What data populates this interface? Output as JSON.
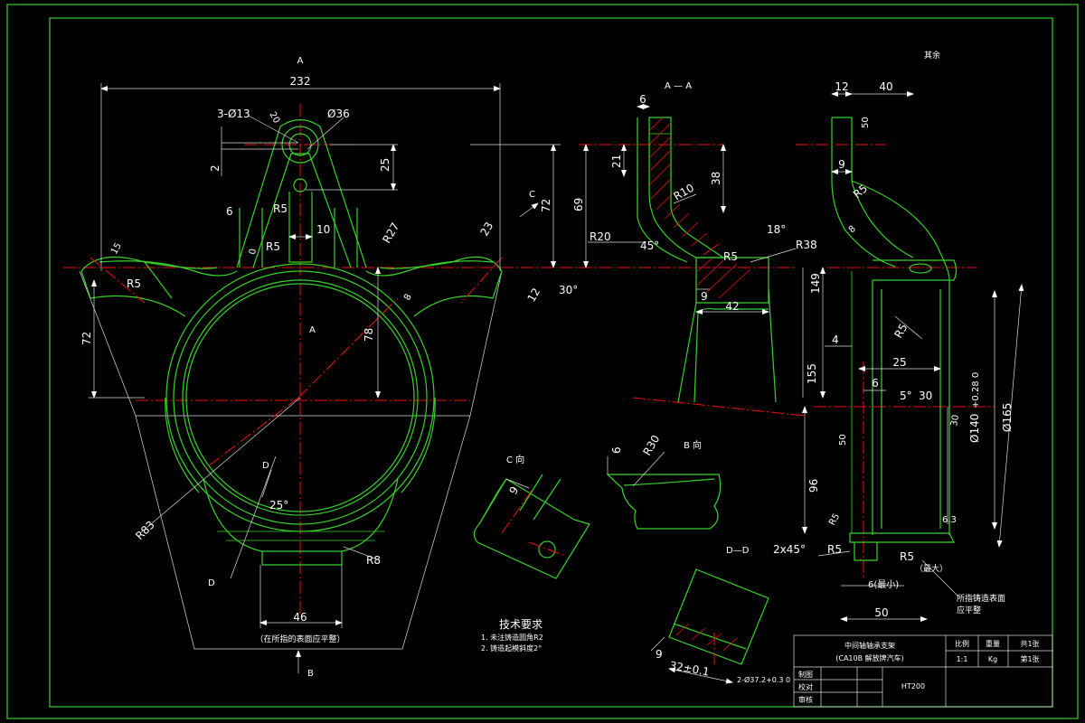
{
  "drawing": {
    "front_view": {
      "view_mark_top": "A",
      "center_mark": "A",
      "dims": {
        "d232": "232",
        "d3x13": "3-Ø13",
        "d36": "Ø36",
        "d20": "20",
        "d2": "2",
        "d25": "25",
        "d72r": "72",
        "d6": "6",
        "dR5a": "R5",
        "d10": "10",
        "dR5b": "R5",
        "dR27": "R27",
        "d23": "23",
        "d15": "15",
        "dR5c": "R5",
        "d0": "0",
        "d30deg": "30°",
        "d12": "12",
        "d8": "8",
        "d78": "78",
        "d72l": "72",
        "dR83": "R83",
        "dD1": "D",
        "dD2": "D",
        "d25deg": "25°",
        "dR8": "R8",
        "d46": "46",
        "dC": "C"
      },
      "bottom_note": "（在所指的表面应平整）",
      "view_mark_bottom": "B"
    },
    "section_aa": {
      "title": "A — A",
      "dims": {
        "d6": "6",
        "d21": "21",
        "d69": "69",
        "d38": "38",
        "dR10": "R10",
        "d18deg": "18°",
        "dR20": "R20",
        "d45deg": "45°",
        "dR5": "R5",
        "dR38": "R38",
        "d9": "9",
        "d42": "42"
      }
    },
    "side_view": {
      "roughness": "其余",
      "dims": {
        "d12": "12",
        "d40": "40",
        "d50a": "50",
        "d9": "9",
        "dR5a": "R5",
        "d8": "8",
        "d149": "149",
        "dR5b": "R5",
        "d4": "4",
        "d25": "25",
        "d155": "155",
        "d6": "6",
        "d5deg": "5°",
        "d30": "30",
        "d140": "Ø140",
        "d140tol": "+0.28\n 0",
        "d165": "Ø165",
        "d50b": "50",
        "d96": "96",
        "d30b": "30",
        "dR5c": "R5",
        "dR5d": "R5",
        "d63": "6.3",
        "d2x45": "2x45°",
        "dR5e": "R5",
        "dmax": "（最大）",
        "d6min": "6(最小)",
        "d50c": "50"
      },
      "note": [
        "所指铸造表面",
        "应平整"
      ]
    },
    "view_c": {
      "title": "C 向",
      "dims": {
        "d9": "9"
      }
    },
    "view_b": {
      "title": "B 向",
      "dims": {
        "d6": "6",
        "dR30": "R30"
      }
    },
    "section_dd": {
      "title": "D—D",
      "dims": {
        "d9": "9",
        "d32": "32±0.1",
        "d2x37": "2-Ø37.2+0.3 0"
      }
    },
    "tech_requirements": {
      "title": "技术要求",
      "items": [
        "1. 未注铸造圆角R2",
        "2. 铸造起模斜度2°"
      ]
    },
    "title_block": {
      "part_name": "中间轴轴承支架",
      "vehicle": "(CA10B 解放牌汽车)",
      "drawn": "制图",
      "checked": "校对",
      "approved": "审核",
      "material": "HT200",
      "scale_label": "比例",
      "weight_label": "重量",
      "sheets_label": "共1张",
      "scale": "1:1",
      "weight": "Kg",
      "sheet_no": "第1张"
    }
  }
}
